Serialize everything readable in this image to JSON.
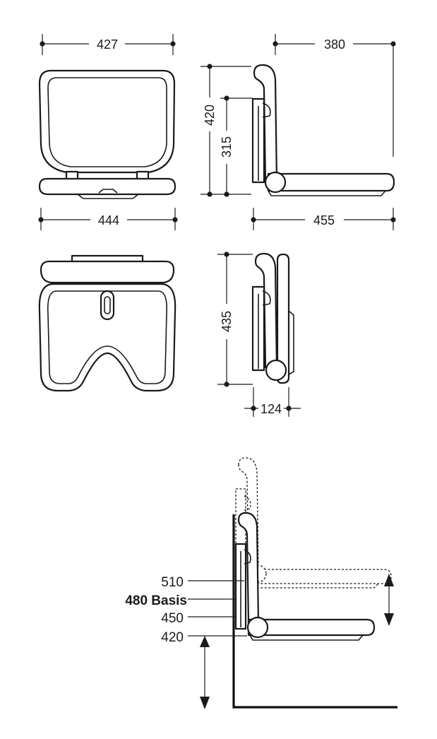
{
  "dimensions": {
    "width_front": "427",
    "depth_side": "380",
    "height_back": "420",
    "height_seat": "315",
    "width_seat": "444",
    "depth_seat": "455",
    "height_folded": "435",
    "depth_folded": "124"
  },
  "height_levels": {
    "l510": "510",
    "l480": "480 Basis",
    "l450": "450",
    "l420": "420"
  },
  "colors": {
    "line": "#1a1a1a",
    "background": "#ffffff"
  }
}
